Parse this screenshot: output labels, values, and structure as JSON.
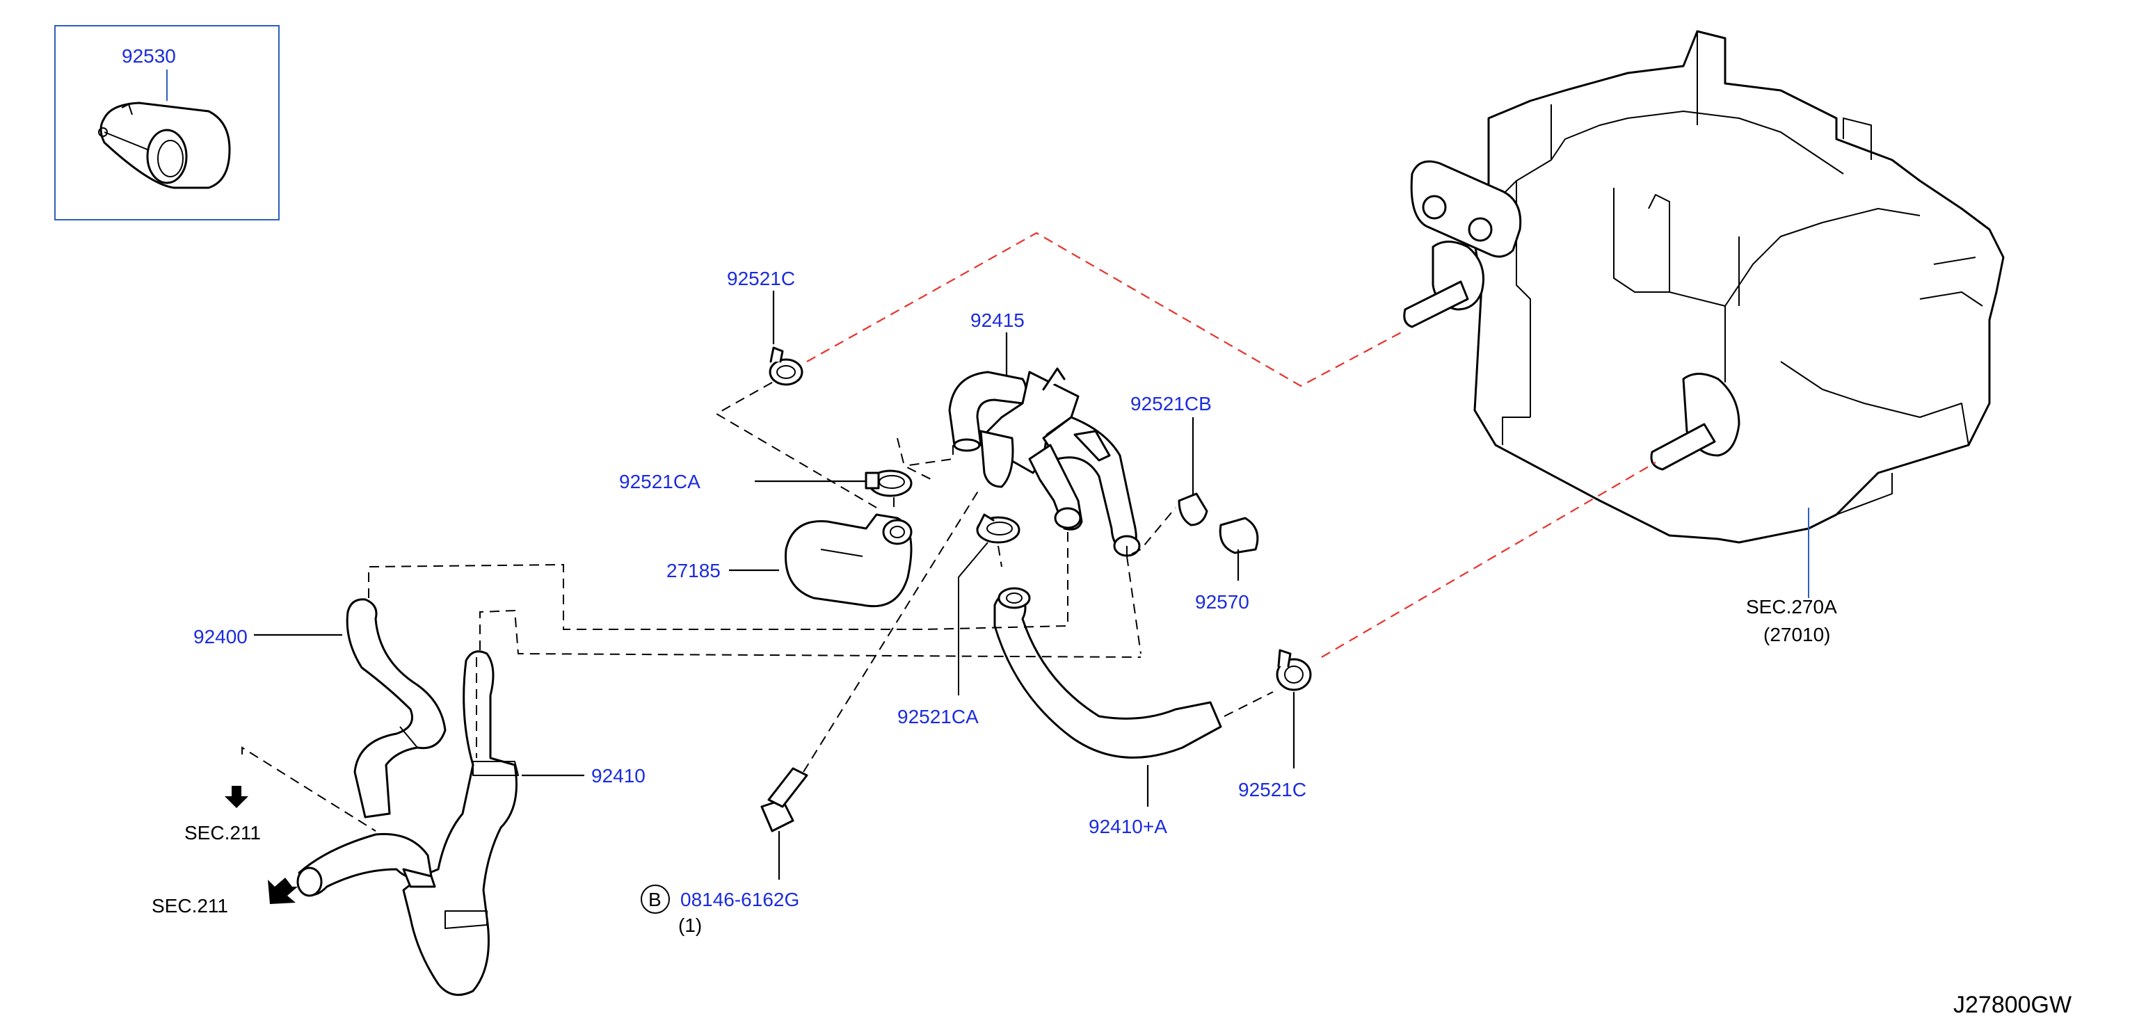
{
  "labels": {
    "inset_part": "92530",
    "clip_top": "92521C",
    "valve": "92415",
    "clip_cb": "92521CB",
    "clip_ca_left": "92521CA",
    "hose_27185": "27185",
    "plug": "92570",
    "hose_92400": "92400",
    "hose_92410": "92410",
    "clip_ca_bottom": "92521CA",
    "hose_92410a": "92410+A",
    "clip_c_bottom": "92521C",
    "bolt_code": "B",
    "bolt": "08146-6162G",
    "bolt_qty": "(1)",
    "sec_211_a": "SEC.211",
    "sec_211_b": "SEC.211",
    "heater_sec": "SEC.270A",
    "heater_part": "(27010)",
    "diagram_code": "J27800GW"
  },
  "colors": {
    "label_blue": "#1a2be0",
    "leader_red": "#e8322a",
    "inset_border": "#2a5fbf"
  }
}
